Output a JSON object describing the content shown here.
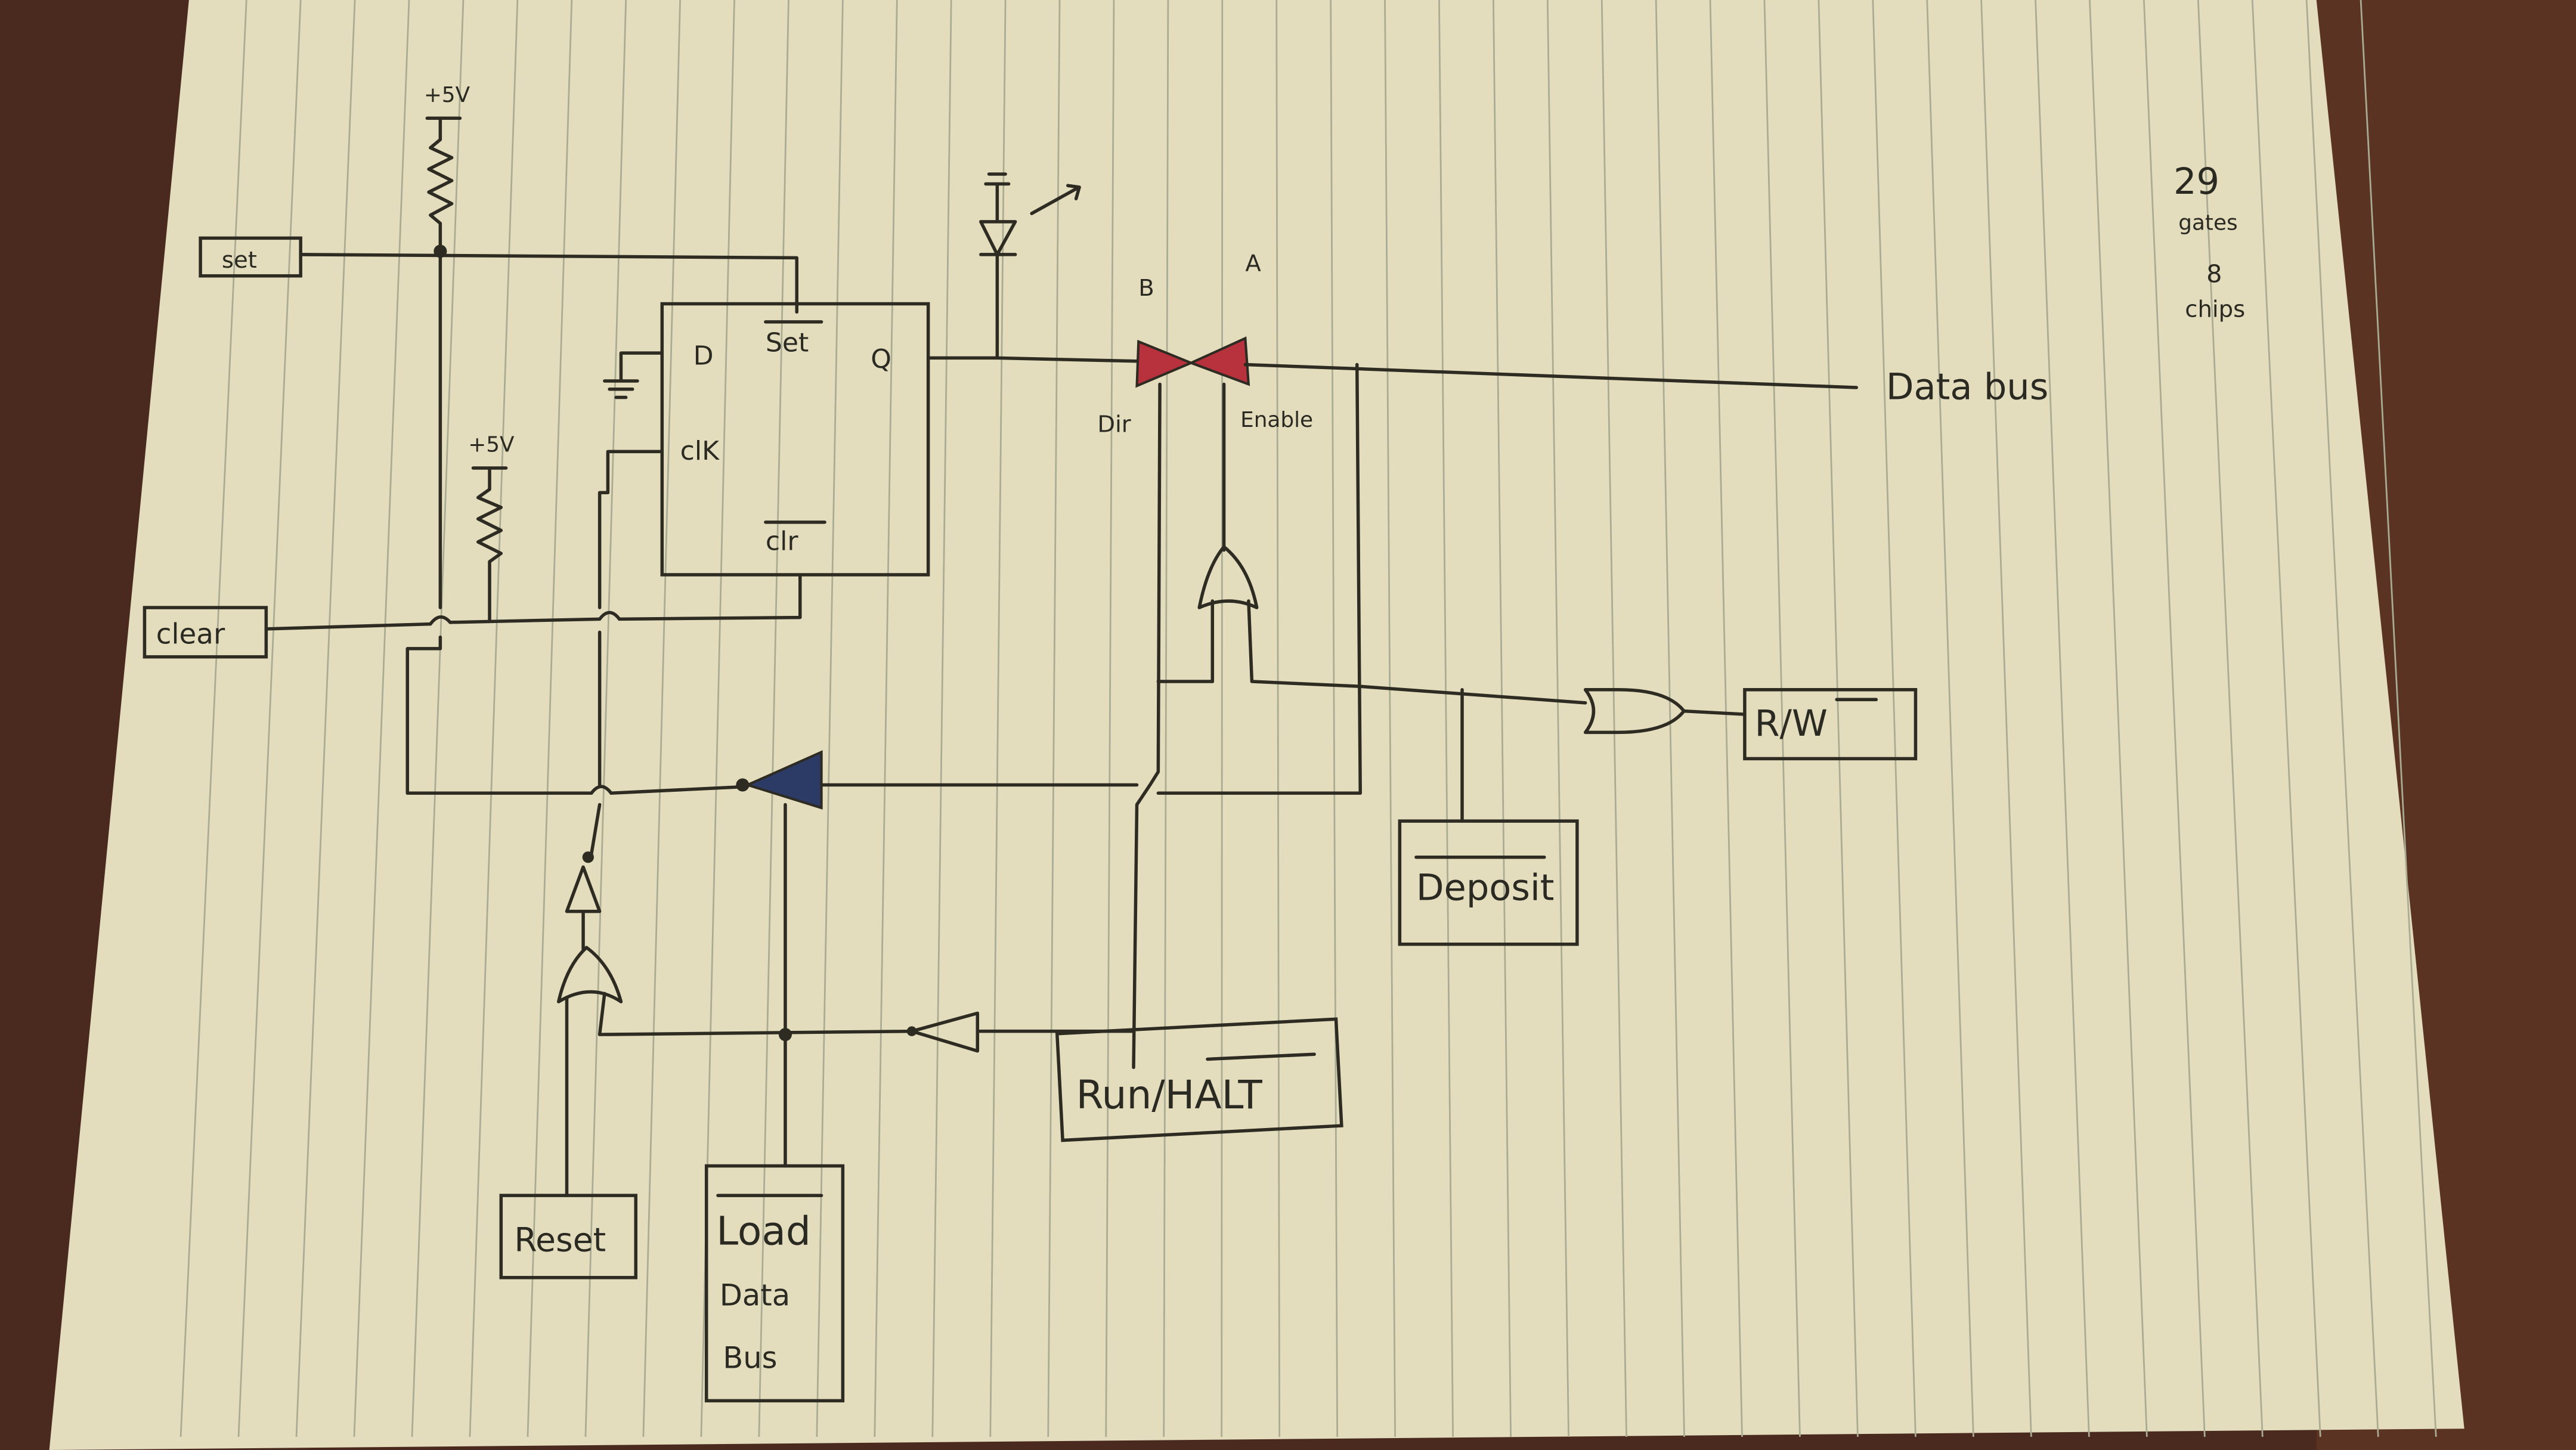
{
  "colors": {
    "paper": "#e6dfc0",
    "wood": "#4a2a1e",
    "ink": "#2d2b22",
    "transceiver": "#b8323e",
    "buffer": "#2c3a66"
  },
  "labels": {
    "vcc_top": "+5V",
    "vcc_mid": "+5V",
    "set": "set",
    "clear": "clear",
    "ff_d": "D",
    "ff_set": "Set",
    "ff_q": "Q",
    "ff_clk": "clK",
    "ff_clr": "clr",
    "pin_b": "B",
    "pin_a": "A",
    "dir": "Dir",
    "enable": "Enable",
    "data_bus": "Data bus",
    "rw": "R/W",
    "deposit": "Deposit",
    "run_halt": "Run/HALT",
    "reset": "Reset",
    "load_line1": "Load",
    "load_line2": "Data",
    "load_line3": "Bus"
  },
  "notes": {
    "gates_count": "29",
    "gates_label": "gates",
    "chips_count": "8",
    "chips_label": "chips"
  }
}
